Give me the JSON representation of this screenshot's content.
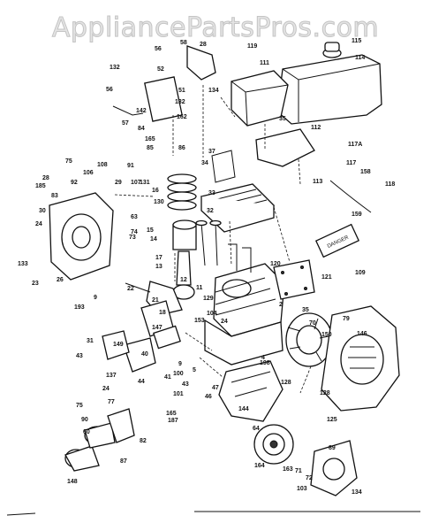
{
  "watermark": "AppliancePartsPros.com",
  "plate_text": "DANGER",
  "labels": [
    "56",
    "58",
    "28",
    "115",
    "114",
    "119",
    "111",
    "132",
    "56",
    "52",
    "51",
    "132",
    "134",
    "57",
    "142",
    "162",
    "84",
    "165",
    "85",
    "86",
    "35",
    "37",
    "34",
    "112",
    "117A",
    "117",
    "158",
    "113",
    "118",
    "159",
    "75",
    "108",
    "91",
    "106",
    "107",
    "29",
    "28",
    "185",
    "83",
    "92",
    "131",
    "16",
    "130",
    "63",
    "74",
    "73",
    "30",
    "24",
    "33",
    "32",
    "14",
    "15",
    "17",
    "13",
    "120",
    "121",
    "109",
    "133",
    "23",
    "26",
    "22",
    "12",
    "11",
    "129",
    "9",
    "193",
    "21",
    "18",
    "147",
    "153",
    "104",
    "24",
    "2",
    "35",
    "79",
    "146",
    "150",
    "70",
    "31",
    "149",
    "43",
    "40",
    "9",
    "100",
    "4",
    "5",
    "198",
    "137",
    "44",
    "41",
    "24",
    "43",
    "47",
    "46",
    "101",
    "128",
    "128",
    "90",
    "77",
    "144",
    "64",
    "125",
    "103",
    "75",
    "187",
    "82",
    "60",
    "87",
    "148",
    "165",
    "164",
    "163",
    "71",
    "72",
    "134",
    "89"
  ]
}
